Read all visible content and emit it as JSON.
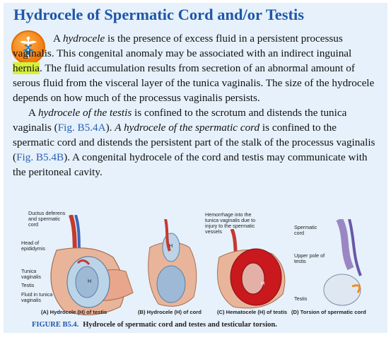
{
  "title": "Hydrocele of Spermatic Cord and/or Testis",
  "icon": "caduceus-icon",
  "colors": {
    "title": "#1f56a8",
    "background": "#e6f1fb",
    "highlight": "#d6f03a",
    "reference": "#2a5fb4"
  },
  "para1": {
    "t1": "A ",
    "t2": "hydrocele",
    "t3": " is the presence of excess fluid in a persistent processus vaginalis. This congenital anomaly may be associated with an indirect inguinal ",
    "t4": "hernia",
    "t5": ". The fluid accumulation results from secretion of an abnormal amount of serous fluid from the visceral layer of the tunica vaginalis. The size of the hydrocele depends on how much of the processus vaginalis persists."
  },
  "para2": {
    "t1": "A ",
    "t2": "hydrocele of the testis",
    "t3": " is confined to the scrotum and distends the tunica vaginalis (",
    "t4": "Fig. B5.4A",
    "t5": "). ",
    "t6": "A hydrocele of the spermatic cord",
    "t7": " is confined to the spermatic cord and distends the persistent part of the stalk of the processus vaginalis (",
    "t8": "Fig. B5.4B",
    "t9": "). A congenital hydrocele of the cord and testis may communicate with the peritoneal cavity."
  },
  "figure": {
    "labels": {
      "ductus": "Ductus deferens and spermatic cord",
      "epididymis": "Head of epididymis",
      "tunica": "Tunica vaginalis",
      "testis": "Testis",
      "fluid": "Fluid in tunica vaginalis",
      "hemorrhage": "Hemorrhage into the tunica vaginalis due to injury to the spermatic vessels",
      "spermatic_cord": "Spermatic cord",
      "upper_pole": "Upper pole of testis",
      "testis_d": "Testis",
      "h": "H"
    },
    "panels": [
      "(A) Hydrocele (H) of testis",
      "(B) Hydrocele (H) of cord",
      "(C) Hematocele (H) of testis",
      "(D) Torsion of spermatic cord"
    ],
    "caption_number": "FIGURE B5.4.",
    "caption_text": "Hydrocele of spermatic cord and testes and testicular torsion."
  }
}
